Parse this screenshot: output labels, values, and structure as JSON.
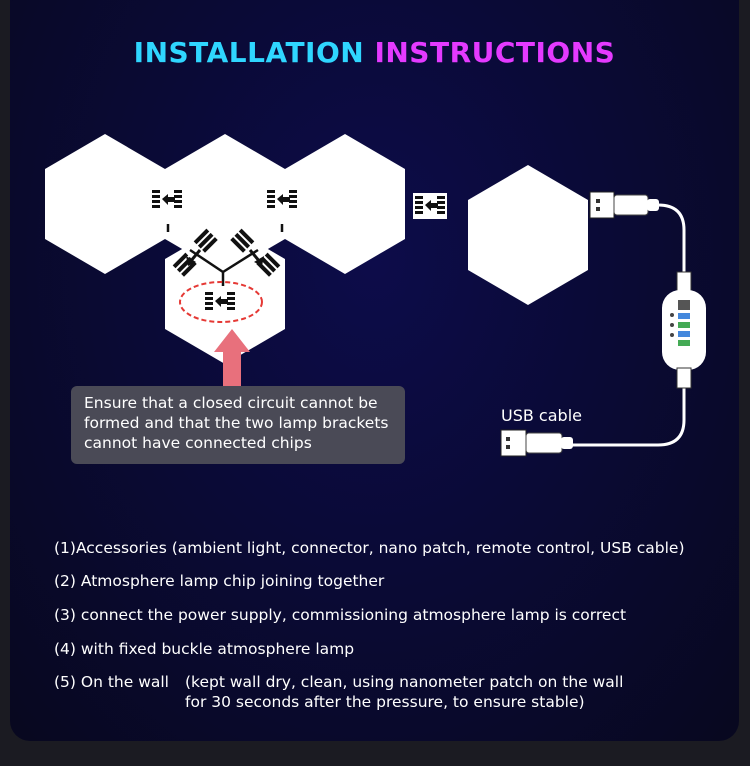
{
  "title": {
    "part1": "INSTALLATION ",
    "part2": "INSTRUCTIONS"
  },
  "colors": {
    "title_cyan": "#2fd6ff",
    "title_magenta": "#e43aff",
    "warning_arrow": "#e8707c",
    "highlight_ring": "#e53935",
    "note_background": "#4a4a56"
  },
  "note": {
    "line1": "Ensure that a closed circuit cannot be",
    "line2": "formed and that the two lamp brackets",
    "line3": "cannot have connected chips"
  },
  "usb_label": "USB cable",
  "steps": [
    {
      "text": "(1)Accessories (ambient light, connector, nano patch, remote control, USB cable)"
    },
    {
      "text": "(2) Atmosphere lamp chip joining together"
    },
    {
      "text": "(3) connect the power supply, commissioning atmosphere lamp is correct"
    },
    {
      "text": "(4) with fixed buckle atmosphere lamp"
    },
    {
      "text": "(5) On the wall",
      "detail1": "(kept wall dry, clean, using nanometer patch on the wall",
      "detail2": "for 30 seconds after the pressure, to ensure stable)"
    }
  ],
  "icons": [
    "hexagon-lamp-icon",
    "connector-chip-icon",
    "usb-plug-icon",
    "remote-controller-icon",
    "up-arrow-icon"
  ]
}
